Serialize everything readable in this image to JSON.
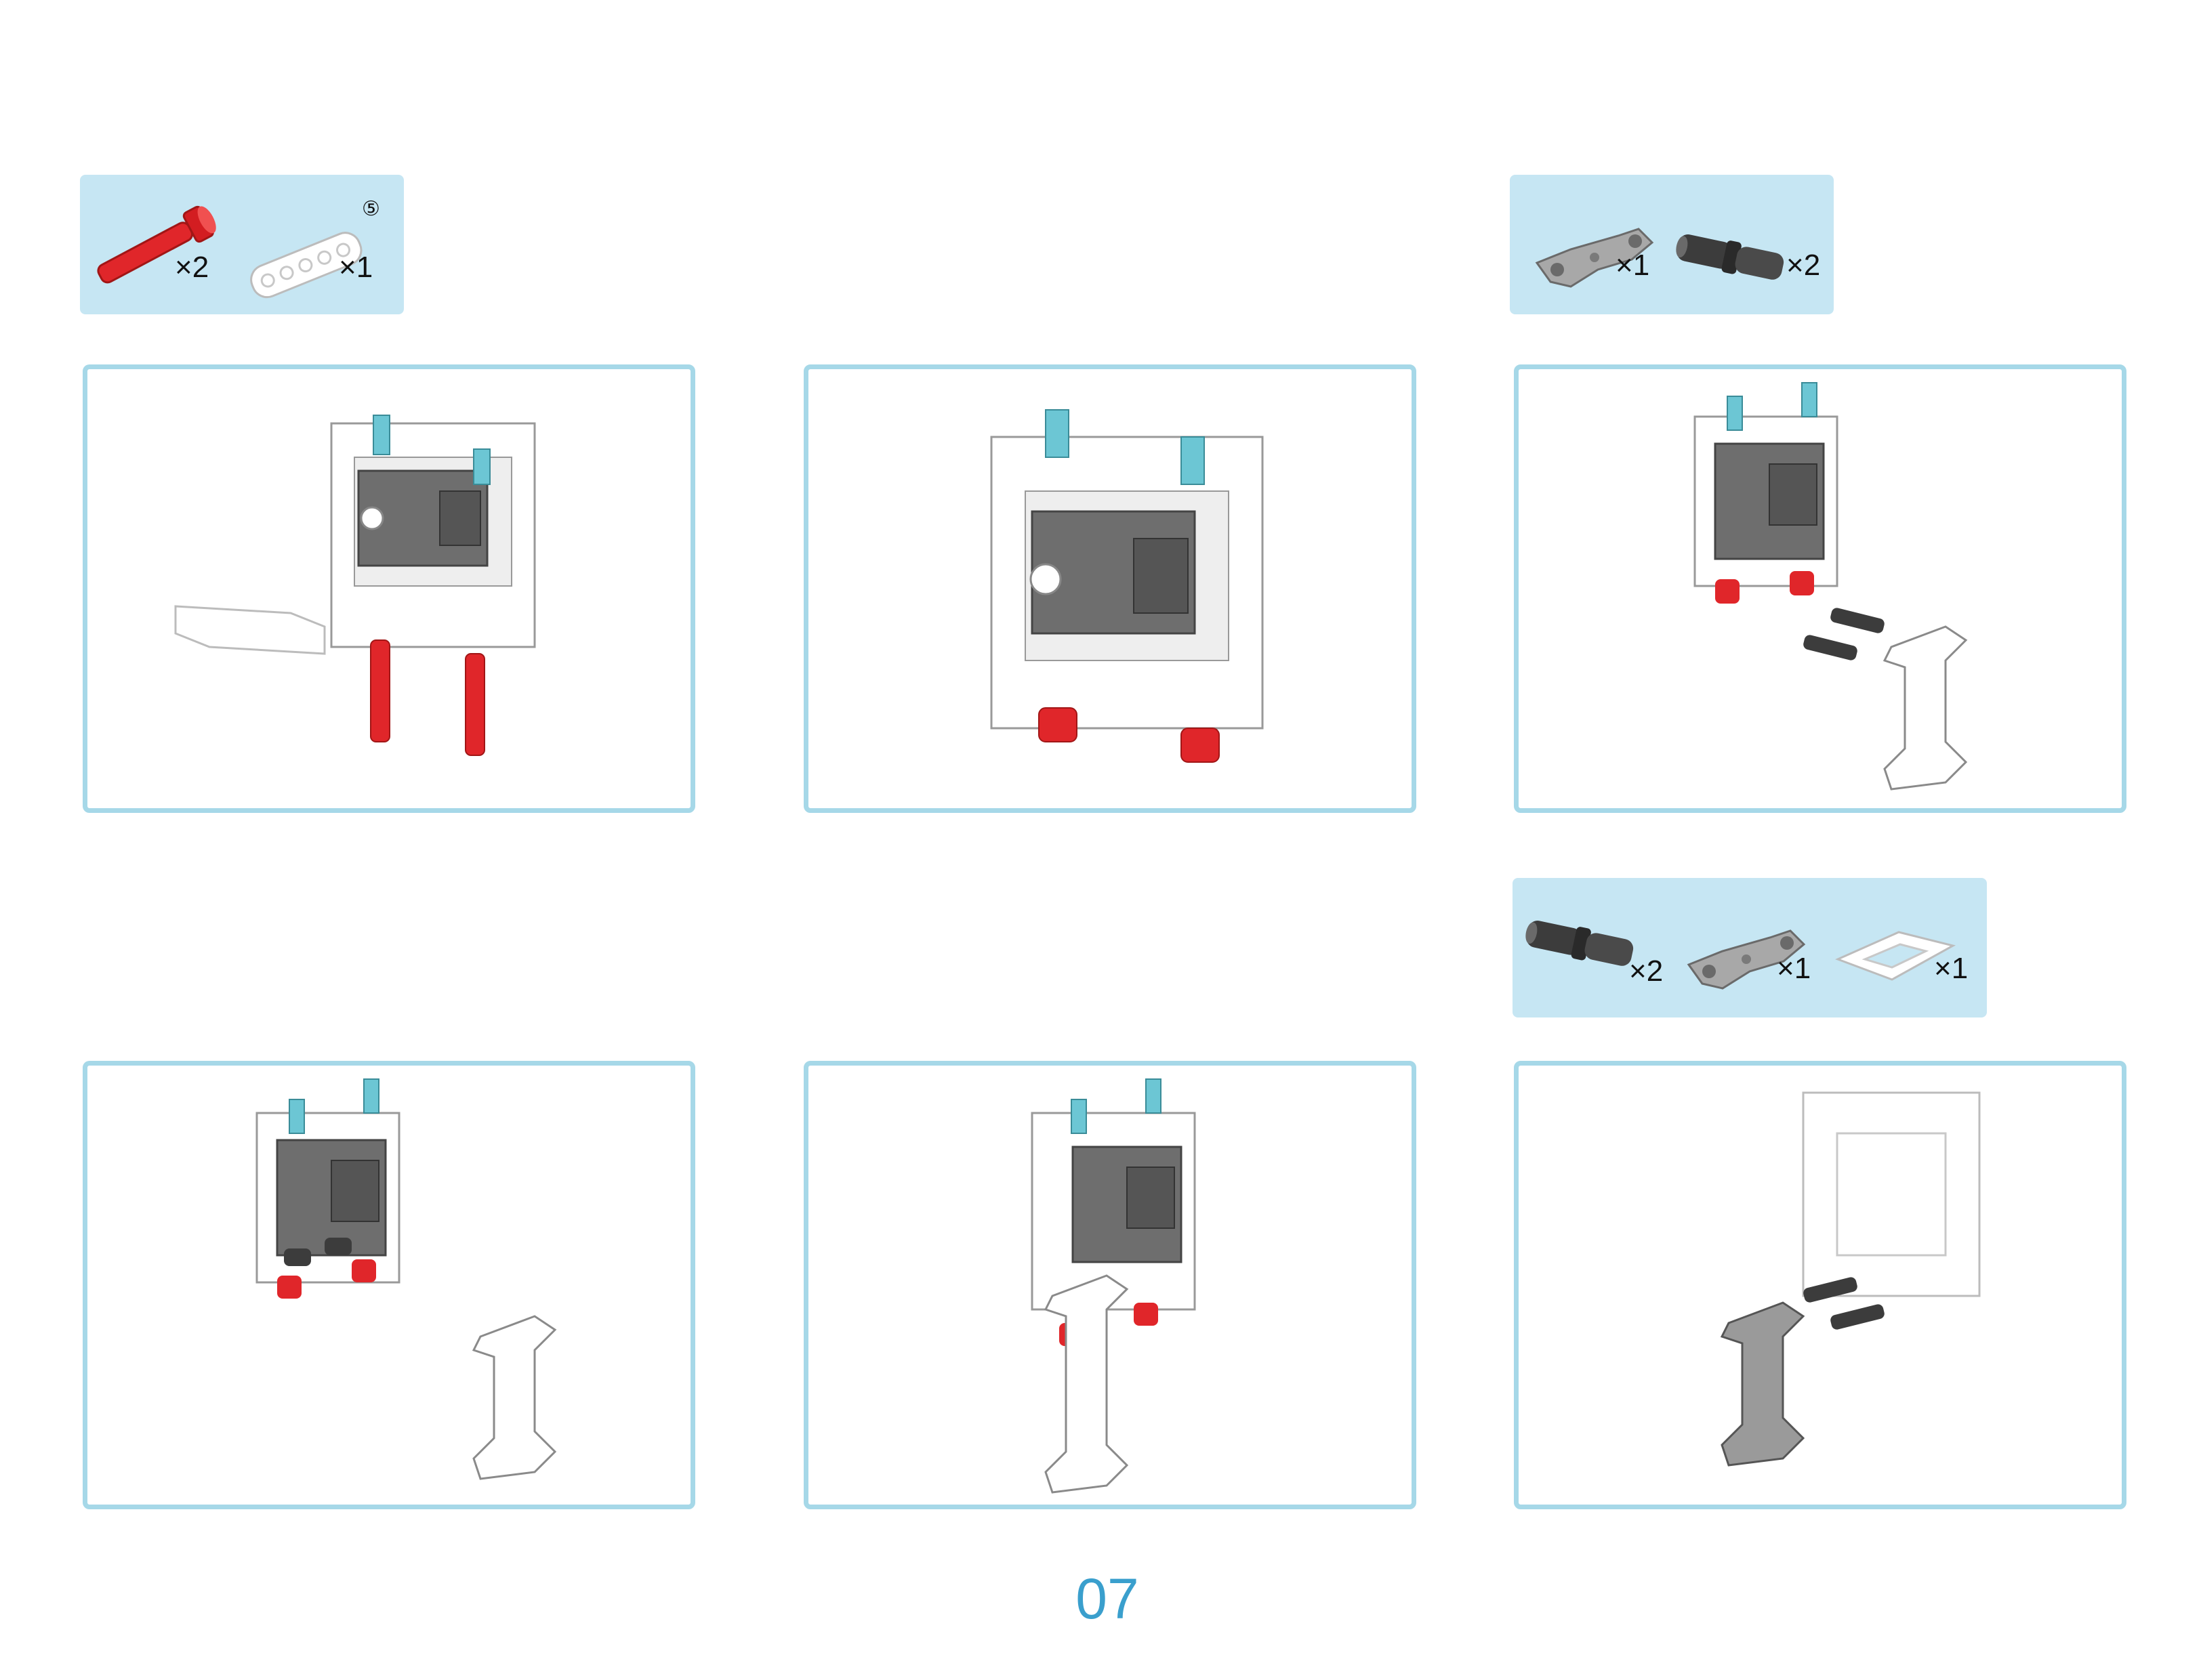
{
  "page_number": "07",
  "colors": {
    "panel_border": "#a6d8e8",
    "parts_box": "#c6e6f3",
    "page_number": "#3a9fcd",
    "pin_red": "#e0262a",
    "pin_cyan": "#6cc6d4",
    "pin_black": "#3c3c3c",
    "beam_gray": "#9a9a9a",
    "servo_gray": "#6e6e6e"
  },
  "parts_boxes": [
    {
      "id": "A",
      "items": [
        {
          "icon": "red-long-pin-icon",
          "qty": "×2"
        },
        {
          "icon": "white-beam-5-icon",
          "qty": "×1",
          "size_marker": "⑤"
        }
      ]
    },
    {
      "id": "B",
      "items": [
        {
          "icon": "gray-h-beam-icon",
          "qty": "×1"
        },
        {
          "icon": "black-pin-icon",
          "qty": "×2"
        }
      ]
    },
    {
      "id": "C",
      "items": [
        {
          "icon": "black-pin-icon",
          "qty": "×2"
        },
        {
          "icon": "gray-h-beam-icon",
          "qty": "×1"
        },
        {
          "icon": "white-frame-icon",
          "qty": "×1"
        }
      ]
    }
  ],
  "steps": [
    {
      "illustration": "frame-servo-with-red-pins-and-beam"
    },
    {
      "illustration": "frame-servo-red-pins-inserted"
    },
    {
      "illustration": "frame-with-black-pins-and-h-beam"
    },
    {
      "illustration": "frame-black-pins-inserted-h-beam-separate"
    },
    {
      "illustration": "frame-with-h-beam-attached"
    },
    {
      "illustration": "empty-frame-with-gray-h-beam-and-pins"
    }
  ]
}
